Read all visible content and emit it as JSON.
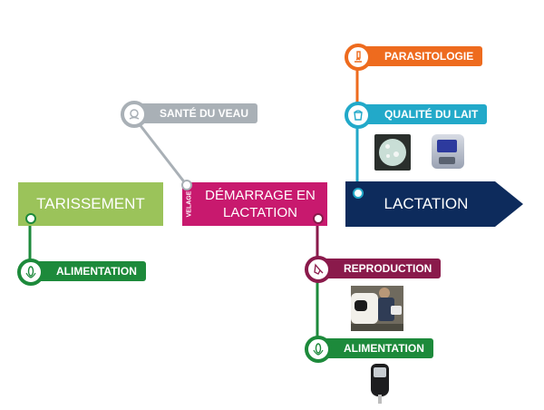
{
  "stages": {
    "tarissement": "TARISSEMENT",
    "demarrage": "DÉMARRAGE EN LACTATION",
    "velage": "VELAGE",
    "lactation": "LACTATION"
  },
  "tags": {
    "sante_veau": "SANTÉ DU VEAU",
    "parasitologie": "PARASITOLOGIE",
    "qualite_lait": "QUALITÉ DU LAIT",
    "alimentation_left": "ALIMENTATION",
    "reproduction": "REPRODUCTION",
    "alimentation_mid": "ALIMENTATION"
  },
  "colors": {
    "green_light": "#9bc35a",
    "magenta": "#c8196e",
    "navy": "#0d2b5c",
    "orange": "#ee6b1e",
    "cyan": "#22a9c9",
    "gray": "#a9b0b6",
    "green_dark": "#1d8a3b",
    "maroon": "#8a1a4b"
  },
  "icons": {
    "sante_veau": "calf-health-icon",
    "parasitologie": "microscope-icon",
    "qualite_lait": "milk-bucket-icon",
    "alimentation": "corn-icon",
    "reproduction": "ultrasound-probe-icon"
  }
}
